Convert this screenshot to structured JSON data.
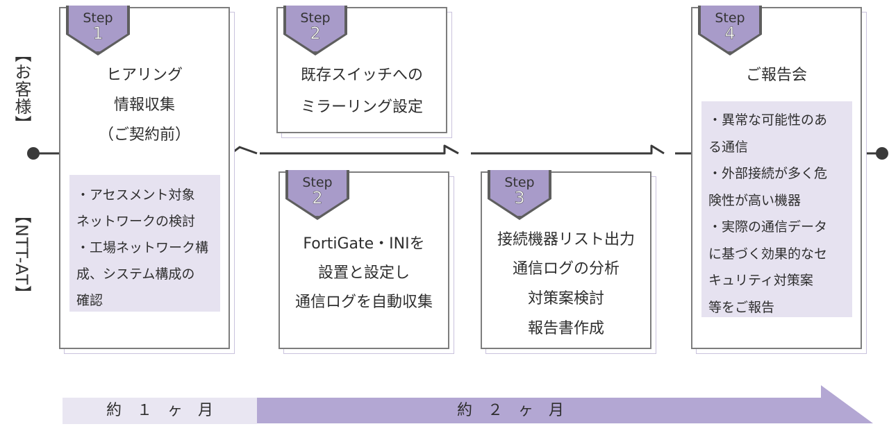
{
  "lanes": {
    "customer": "【お客様】",
    "ntt": "【NTT-AT】"
  },
  "steps": [
    {
      "badge": "Step",
      "number": "1",
      "title_lines": [
        "ヒアリング",
        "情報収集",
        "（ご契約前）"
      ],
      "notes": [
        "・アセスメント対象",
        "ネットワークの検討",
        "・工場ネットワーク構",
        "成、システム構成の",
        "確認"
      ]
    },
    {
      "badge": "Step",
      "number": "2",
      "title_lines": [
        "既存スイッチへの",
        "ミラーリング設定"
      ]
    },
    {
      "badge": "Step",
      "number": "2",
      "title_lines": [
        "FortiGate・INIを",
        "設置と設定し",
        "通信ログを自動収集"
      ]
    },
    {
      "badge": "Step",
      "number": "3",
      "title_lines": [
        "接続機器リスト出力",
        "通信ログの分析",
        "対策案検討",
        "報告書作成"
      ]
    },
    {
      "badge": "Step",
      "number": "4",
      "title_lines": [
        "ご報告会"
      ],
      "notes": [
        "・異常な可能性のあ",
        "る通信",
        "・外部接続が多く危",
        "険性が高い機器",
        "・実際の通信データ",
        "に基づく効果的なセ",
        "キュリティ対策案",
        "等をご報告"
      ]
    }
  ],
  "timeline": {
    "phase1": "約　１　ヶ　月",
    "phase2": "約　２　ヶ　月"
  },
  "colors": {
    "badge": "#a89bc9",
    "note_bg": "#e6e2f0",
    "arrow": "#b3a7d3",
    "phase1_bg": "#e9e6f2",
    "line": "#3a3a3a"
  }
}
